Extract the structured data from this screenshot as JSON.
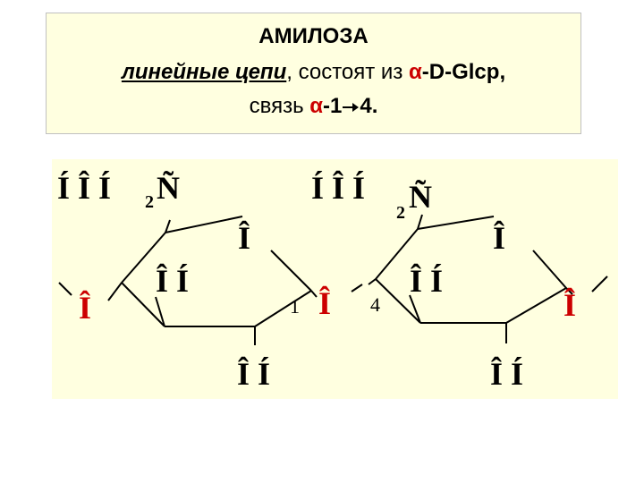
{
  "title": {
    "line1": "АМИЛОЗА",
    "line2_italic": "линейные цепи",
    "line2_rest": ", состоят из ",
    "alpha": "α",
    "line2_end": "-D-Glcp,",
    "line3_start": "связь ",
    "line3_link_start": "-1",
    "line3_link_end": "4."
  },
  "colors": {
    "accent": "#cc0000",
    "box_bg": "#ffffe0",
    "text": "#000000"
  },
  "diagram": {
    "ring1": {
      "ch2oh": "Í Î Í",
      "ch2oh_sub": "2",
      "ch2oh_c": "Ñ",
      "ring_o": "Î",
      "oh_mid": "Î Í",
      "oh_bottom": "Î Í",
      "left_o": "Î"
    },
    "ring2": {
      "ch2oh": "Í Î Í",
      "ch2oh_sub": "2",
      "ch2oh_c": "Ñ",
      "ring_o": "Î",
      "oh_mid": "Î Í",
      "oh_bottom": "Î Í",
      "right_o": "Î"
    },
    "link_o": "Î",
    "pos1": "1",
    "pos4": "4"
  }
}
